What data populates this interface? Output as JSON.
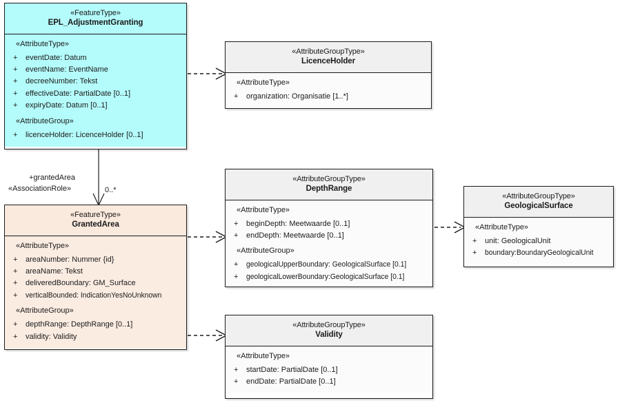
{
  "diagram": {
    "title": "EPL_AdjustmentGranting UML class diagram",
    "type": "uml-class-diagram",
    "background": "#ffffff",
    "colors": {
      "feature_cyan": "#b4fbfb",
      "feature_peach": "#fbece2",
      "group_gray_header": "#f0f0f0",
      "group_gray_body": "#fbfbfb",
      "border": "#1a1a1a",
      "text": "#1a1a1a"
    }
  },
  "classes": {
    "epl_adjustment_granting": {
      "stereotype": "«FeatureType»",
      "name": "EPL_AdjustmentGranting",
      "compartments": [
        {
          "label": "«AttributeType»",
          "attributes": [
            {
              "visibility": "+",
              "signature": "eventDate: Datum"
            },
            {
              "visibility": "+",
              "signature": "eventName: EventName"
            },
            {
              "visibility": "+",
              "signature": "decreeNumber: Tekst"
            },
            {
              "visibility": "+",
              "signature": "effectiveDate: PartialDate [0..1]"
            },
            {
              "visibility": "+",
              "signature": "expiryDate: Datum [0..1]"
            }
          ]
        },
        {
          "label": "«AttributeGroup»",
          "attributes": [
            {
              "visibility": "+",
              "signature": "licenceHolder: LicenceHolder [0..1]"
            }
          ]
        }
      ]
    },
    "licence_holder": {
      "stereotype": "«AttributeGroupType»",
      "name": "LicenceHolder",
      "compartments": [
        {
          "label": "«AttributeType»",
          "attributes": [
            {
              "visibility": "+",
              "signature": "organization: Organisatie [1..*]"
            }
          ]
        }
      ]
    },
    "granted_area": {
      "stereotype": "«FeatureType»",
      "name": "GrantedArea",
      "compartments": [
        {
          "label": "«AttributeType»",
          "attributes": [
            {
              "visibility": "+",
              "signature": "areaNumber: Nummer {id}"
            },
            {
              "visibility": "+",
              "signature": "areaName: Tekst"
            },
            {
              "visibility": "+",
              "signature": "deliveredBoundary: GM_Surface"
            },
            {
              "visibility": "+",
              "signature": "verticalBounded: IndicationYesNoUnknown"
            }
          ]
        },
        {
          "label": "«AttributeGroup»",
          "attributes": [
            {
              "visibility": "+",
              "signature": "depthRange: DepthRange [0..1]"
            },
            {
              "visibility": "+",
              "signature": "validity: Validity"
            }
          ]
        }
      ]
    },
    "depth_range": {
      "stereotype": "«AttributeGroupType»",
      "name": "DepthRange",
      "compartments": [
        {
          "label": "«AttributeType»",
          "attributes": [
            {
              "visibility": "+",
              "signature": "beginDepth: Meetwaarde [0..1]"
            },
            {
              "visibility": "+",
              "signature": "endDepth: Meetwaarde [0..1]"
            }
          ]
        },
        {
          "label": "«AttributeGroup»",
          "attributes": [
            {
              "visibility": "+",
              "signature": "geologicalUpperBoundary: GeologicalSurface [0.1]"
            },
            {
              "visibility": "+",
              "signature": "geologicalLowerBoundary:GeologicalSurface [0.1]"
            }
          ]
        }
      ]
    },
    "geological_surface": {
      "stereotype": "«AttributeGroupType»",
      "name": "GeologicalSurface",
      "compartments": [
        {
          "label": "«AttributeType»",
          "attributes": [
            {
              "visibility": "+",
              "signature": "unit: GeologicalUnit"
            },
            {
              "visibility": "+",
              "signature": "boundary:BoundaryGeologicalUnit"
            }
          ]
        }
      ]
    },
    "validity": {
      "stereotype": "«AttributeGroupType»",
      "name": "Validity",
      "compartments": [
        {
          "label": "«AttributeType»",
          "attributes": [
            {
              "visibility": "+",
              "signature": "startDate: PartialDate [0..1]"
            },
            {
              "visibility": "+",
              "signature": "endDate: PartialDate [0..1]"
            }
          ]
        }
      ]
    }
  },
  "connectors": {
    "association_granting_to_area": {
      "kind": "association",
      "role_name": "+grantedArea",
      "stereotype": "«AssociationRole»",
      "multiplicity": "0..*"
    },
    "dependency_granting_to_licenceholder": {
      "kind": "dependency"
    },
    "dependency_area_to_depthrange": {
      "kind": "dependency"
    },
    "dependency_area_to_validity": {
      "kind": "dependency"
    },
    "dependency_depthrange_to_geologicalsurface": {
      "kind": "dependency"
    }
  }
}
